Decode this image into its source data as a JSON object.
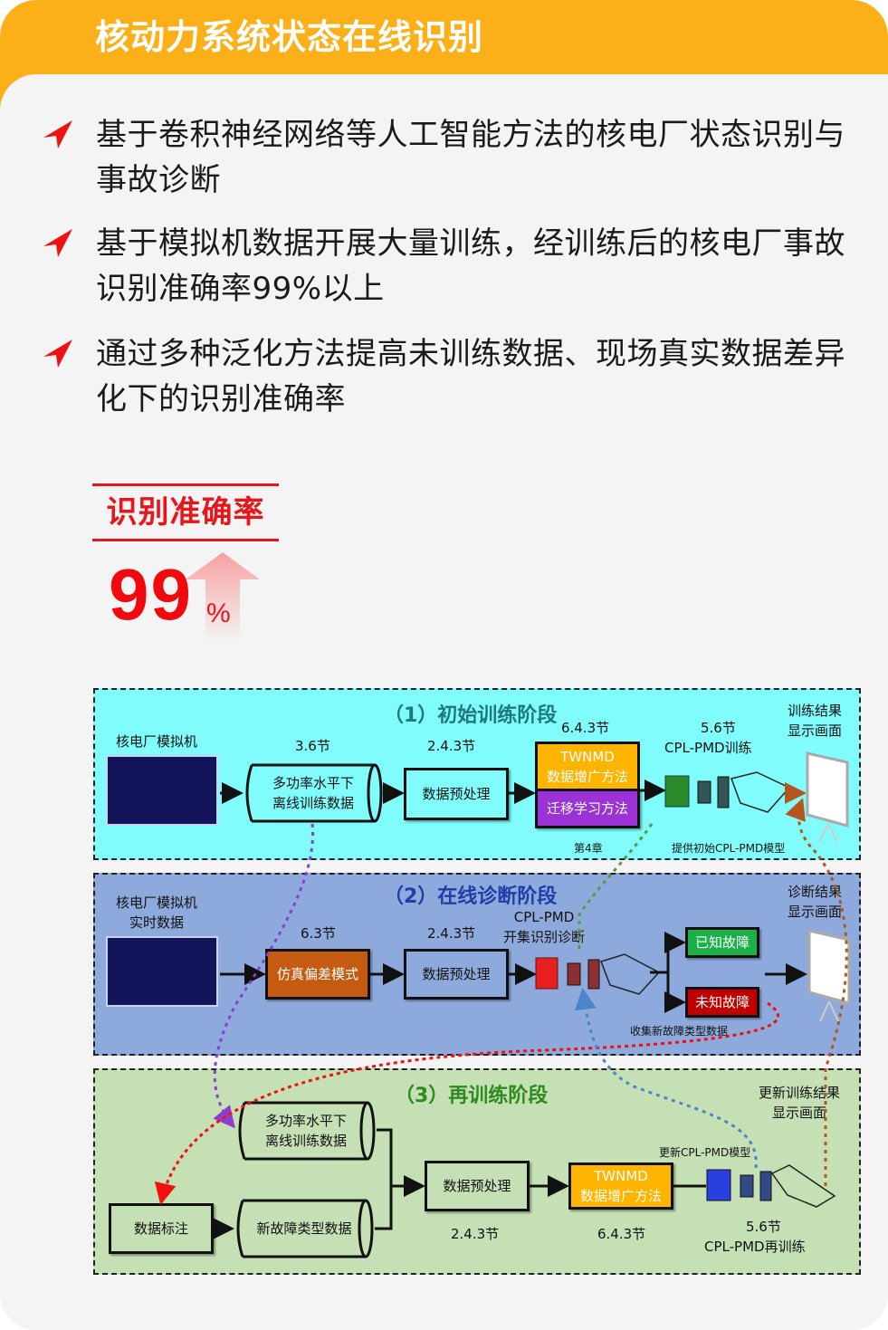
{
  "header": {
    "title": "核动力系统状态在线识别"
  },
  "bullets": [
    {
      "icon": "red-arrow-icon",
      "text": "基于卷积神经网络等人工智能方法的核电厂状态识别与事故诊断"
    },
    {
      "icon": "red-arrow-icon",
      "text": "基于模拟机数据开展大量训练，经训练后的核电厂事故识别准确率99%以上"
    },
    {
      "icon": "red-arrow-icon",
      "text": "通过多种泛化方法提高未训练数据、现场真实数据差异化下的识别准确率"
    }
  ],
  "accuracy": {
    "label": "识别准确率",
    "value": "99",
    "unit": "%",
    "accent_color": "#e8151b"
  },
  "diagram": {
    "stage1": {
      "title": "（1）初始训练阶段",
      "simulator_label": "核电厂模拟机",
      "section_3_6": "3.6节",
      "offline_data": [
        "多功率水平下",
        "离线训练数据"
      ],
      "section_2_4_3": "2.4.3节",
      "preprocess": "数据预处理",
      "section_6_4_3": "6.4.3节",
      "twnmd": [
        "TWNMD",
        "数据增广方法"
      ],
      "transfer": "迁移学习方法",
      "chapter4": "第4章",
      "section_5_6": "5.6节",
      "cpl_train": "CPL-PMD训练",
      "result_screen": [
        "训练结果",
        "显示画面"
      ],
      "provide_model": "提供初始CPL-PMD模型"
    },
    "stage2": {
      "title": "（2）在线诊断阶段",
      "simulator_label": [
        "核电厂模拟机",
        "实时数据"
      ],
      "section_6_3": "6.3节",
      "sim_bias": "仿真偏差模式",
      "section_2_4_3": "2.4.3节",
      "preprocess": "数据预处理",
      "cpl_diag": [
        "CPL-PMD",
        "开集识别诊断"
      ],
      "known_fault": "已知故障",
      "unknown_fault": "未知故障",
      "collect": "收集新故障类型数据",
      "result_screen": [
        "诊断结果",
        "显示画面"
      ]
    },
    "stage3": {
      "title": "（3）再训练阶段",
      "offline_data": [
        "多功率水平下",
        "离线训练数据"
      ],
      "labeling": "数据标注",
      "new_fault_data": "新故障类型数据",
      "preprocess": "数据预处理",
      "section_2_4_3": "2.4.3节",
      "twnmd": [
        "TWNMD",
        "数据增广方法"
      ],
      "section_6_4_3": "6.4.3节",
      "update_model": "更新CPL-PMD模型",
      "update_screen": [
        "更新训练结果",
        "显示画面"
      ],
      "section_5_6": "5.6节",
      "cpl_retrain": "CPL-PMD再训练"
    },
    "colors": {
      "stage1_bg": "#80fcfc",
      "stage2_bg": "#8eaadc",
      "stage3_bg": "#c5e0b4",
      "stage1_title": "#1e7a7a",
      "stage2_title": "#1f3fa8",
      "stage3_title": "#2e8b1e",
      "twnmd": "#ffb400",
      "transfer": "#9b32d6",
      "sim_bias": "#c55a11",
      "known": "#1ab04a",
      "unknown": "#c00000"
    }
  }
}
